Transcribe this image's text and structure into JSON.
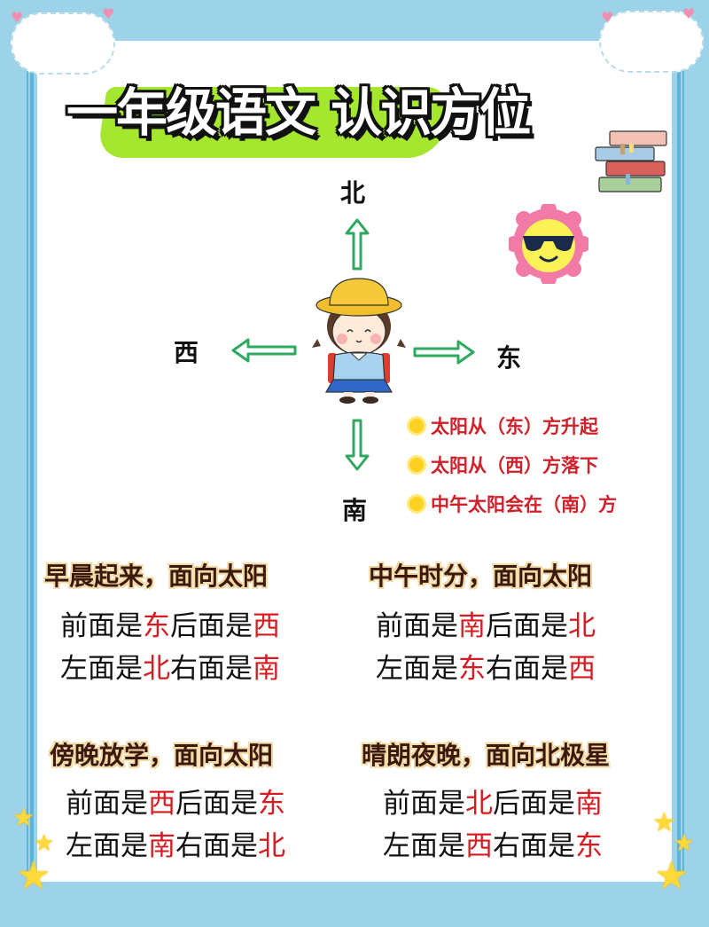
{
  "title": "一年级语文 认识方位",
  "compass": {
    "north": "北",
    "south": "南",
    "east": "东",
    "west": "西"
  },
  "facts": [
    {
      "icon": "sun-icon",
      "text": "太阳从（东）方升起"
    },
    {
      "icon": "sun-icon",
      "text": "太阳从（西）方落下"
    },
    {
      "icon": "sun-icon",
      "text": "中午太阳会在（南）方"
    }
  ],
  "sections": [
    {
      "heading": "早晨起来，面向太阳",
      "front_prefix": "前面是",
      "front": "东",
      "back_prefix": "后面是",
      "back": "西",
      "left_prefix": "左面是",
      "left": "北",
      "right_prefix": "右面是",
      "right": "南"
    },
    {
      "heading": "中午时分，面向太阳",
      "front_prefix": "前面是",
      "front": "南",
      "back_prefix": "后面是",
      "back": "北",
      "left_prefix": "左面是",
      "left": "东",
      "right_prefix": "右面是",
      "right": "西"
    },
    {
      "heading": "傍晚放学，面向太阳",
      "front_prefix": "前面是",
      "front": "西",
      "back_prefix": "后面是",
      "back": "东",
      "left_prefix": "左面是",
      "left": "南",
      "right_prefix": "右面是",
      "right": "北"
    },
    {
      "heading": "晴朗夜晚，面向北极星",
      "front_prefix": "前面是",
      "front": "北",
      "back_prefix": "后面是",
      "back": "南",
      "left_prefix": "左面是",
      "left": "西",
      "right_prefix": "右面是",
      "right": "东"
    }
  ],
  "colors": {
    "background": "#9dd3e8",
    "accent_red": "#d61c22",
    "arrow_green": "#2fa860",
    "title_highlight": "#a5e62e"
  }
}
